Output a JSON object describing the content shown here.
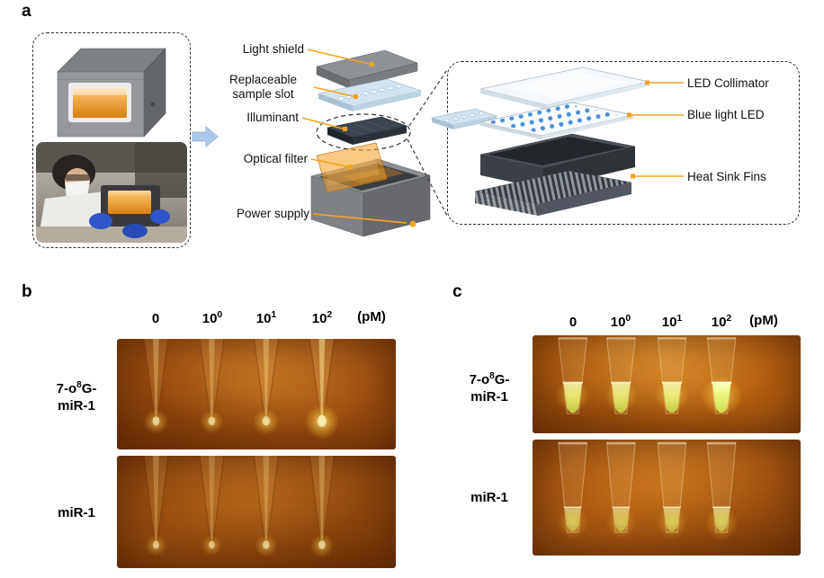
{
  "accent_color": "#F6A21E",
  "panel_a": {
    "label": "a",
    "labels": {
      "light_shield": "Light shield",
      "sample_slot_line1": "Replaceable",
      "sample_slot_line2": "sample slot",
      "illuminant": "Illuminant",
      "optical_filter": "Optical filter",
      "power_supply": "Power supply",
      "led_collimator": "LED Collimator",
      "blue_light_led": "Blue light LED",
      "heat_sink_fins": "Heat Sink Fins"
    }
  },
  "panel_b": {
    "label": "b",
    "headers": [
      {
        "base": "0",
        "sup": ""
      },
      {
        "base": "10",
        "sup": "0"
      },
      {
        "base": "10",
        "sup": "1"
      },
      {
        "base": "10",
        "sup": "2"
      }
    ],
    "unit": "(pM)",
    "rows": [
      {
        "pre": "7-o",
        "sup": "8",
        "post": "G-",
        "line2": "miR-1"
      },
      {
        "line1": "miR-1"
      }
    ]
  },
  "panel_c": {
    "label": "c",
    "headers": [
      {
        "base": "0",
        "sup": ""
      },
      {
        "base": "10",
        "sup": "0"
      },
      {
        "base": "10",
        "sup": "1"
      },
      {
        "base": "10",
        "sup": "2"
      }
    ],
    "unit": "(pM)",
    "rows": [
      {
        "pre": "7-o",
        "sup": "8",
        "post": "G-",
        "line2": "miR-1"
      },
      {
        "line1": "miR-1"
      }
    ]
  },
  "gels": {
    "b1": {
      "style": "streak",
      "centers": [
        14,
        34,
        53.5,
        73.5
      ],
      "intensities": [
        0.5,
        0.45,
        0.55,
        0.9
      ]
    },
    "b2": {
      "style": "streak_faint",
      "centers": [
        14,
        34,
        53.5,
        73.5
      ],
      "intensities": [
        0.35,
        0.3,
        0.4,
        0.45
      ]
    },
    "c1": {
      "style": "liquid",
      "centers": [
        15,
        33,
        52,
        70.5
      ],
      "intensities": [
        0.6,
        0.55,
        0.65,
        1.0
      ]
    },
    "c2": {
      "style": "liquid_faint",
      "centers": [
        15,
        33,
        52,
        70.5
      ],
      "intensities": [
        0.4,
        0.35,
        0.4,
        0.5
      ]
    }
  }
}
